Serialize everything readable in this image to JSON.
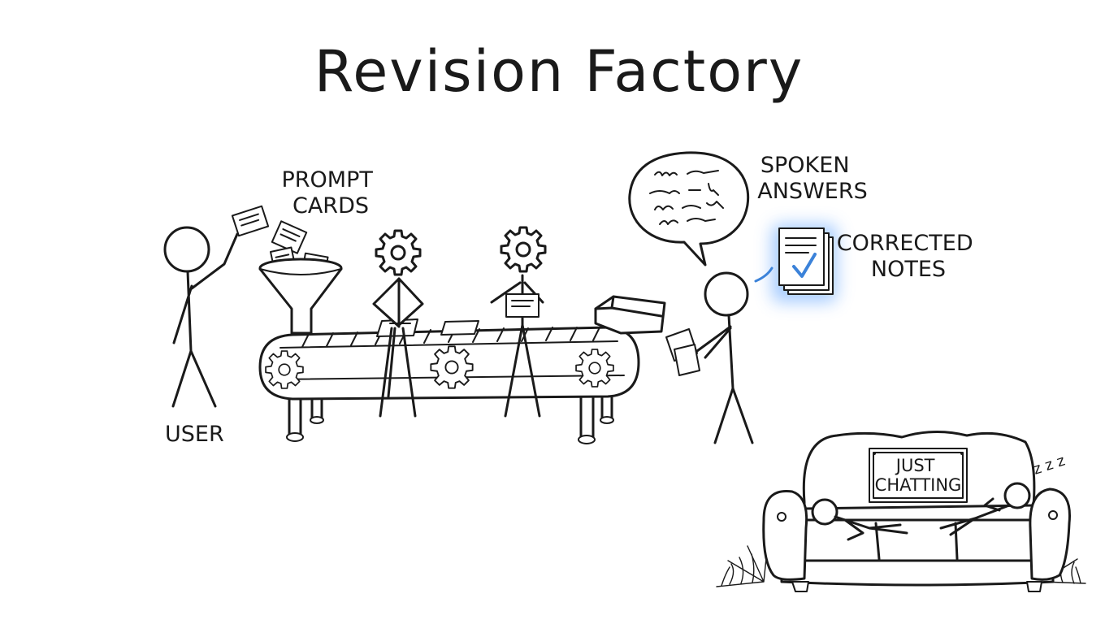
{
  "title": {
    "main": "Revision Factory"
  },
  "labels": {
    "user": "USER",
    "prompt_cards": [
      "PROMPT",
      "CARDS"
    ],
    "spoken_answers": [
      "SPOKEN",
      "ANSWERS"
    ],
    "corrected_notes": [
      "CORRECTED",
      "NOTES"
    ]
  },
  "sign": {
    "lines": [
      "JUST",
      "CHATTING"
    ]
  },
  "snore": "z z z",
  "colors": {
    "ink": "#1a1a1a",
    "accent": "#3b82d9",
    "glow": "#9cc6ff",
    "background": "#ffffff"
  },
  "icons": [
    "gear-icon",
    "funnel-icon",
    "speech-bubble-icon",
    "checkmark-icon",
    "cobweb-icon",
    "prompt-card-icon"
  ]
}
